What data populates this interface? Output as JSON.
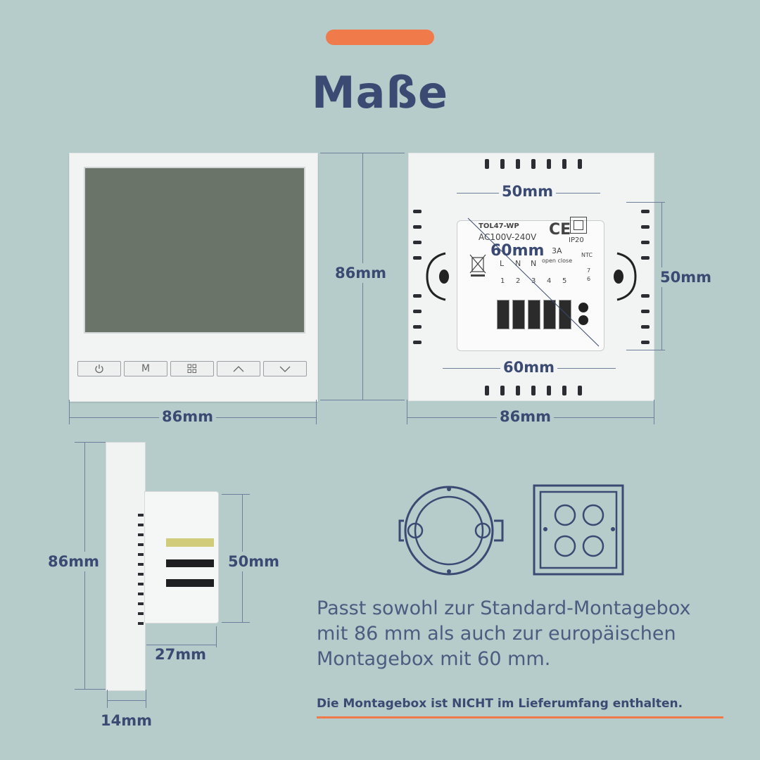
{
  "title": "Maße",
  "front": {
    "button_power_icon": "power-icon",
    "button_mode_label": "M",
    "button_menu_icon": "grid-icon",
    "button_up_icon": "chevron-up-icon",
    "button_down_icon": "chevron-down-icon",
    "width_label": "86mm",
    "height_label": "86mm"
  },
  "back": {
    "model": "TOL47-WP",
    "voltage": "AC100V-240V",
    "current": "3A",
    "ce": "CE",
    "ip": "IP20",
    "terminals_top": [
      "L",
      "N",
      "N"
    ],
    "terminals_num": [
      "1",
      "2",
      "3",
      "4",
      "5"
    ],
    "open_close": "open close",
    "ntc": "NTC",
    "ntc_pins": [
      "7",
      "6"
    ],
    "hole_spacing_h": "50mm",
    "diagonal": "60mm",
    "hole_spacing_bottom": "60mm",
    "hole_spacing_v": "50mm",
    "width_label": "86mm"
  },
  "side": {
    "height_label": "86mm",
    "body_height_label": "50mm",
    "body_depth_label": "27mm",
    "plate_depth_label": "14mm"
  },
  "description": "Passt sowohl zur Standard-Montagebox mit 86 mm als auch zur europäischen Montagebox mit 60 mm.",
  "note": "Die Montagebox ist NICHT im Lieferumfang enthalten.",
  "colors": {
    "background": "#b5cccb",
    "accent": "#f07a4a",
    "text": "#3a4a72"
  }
}
